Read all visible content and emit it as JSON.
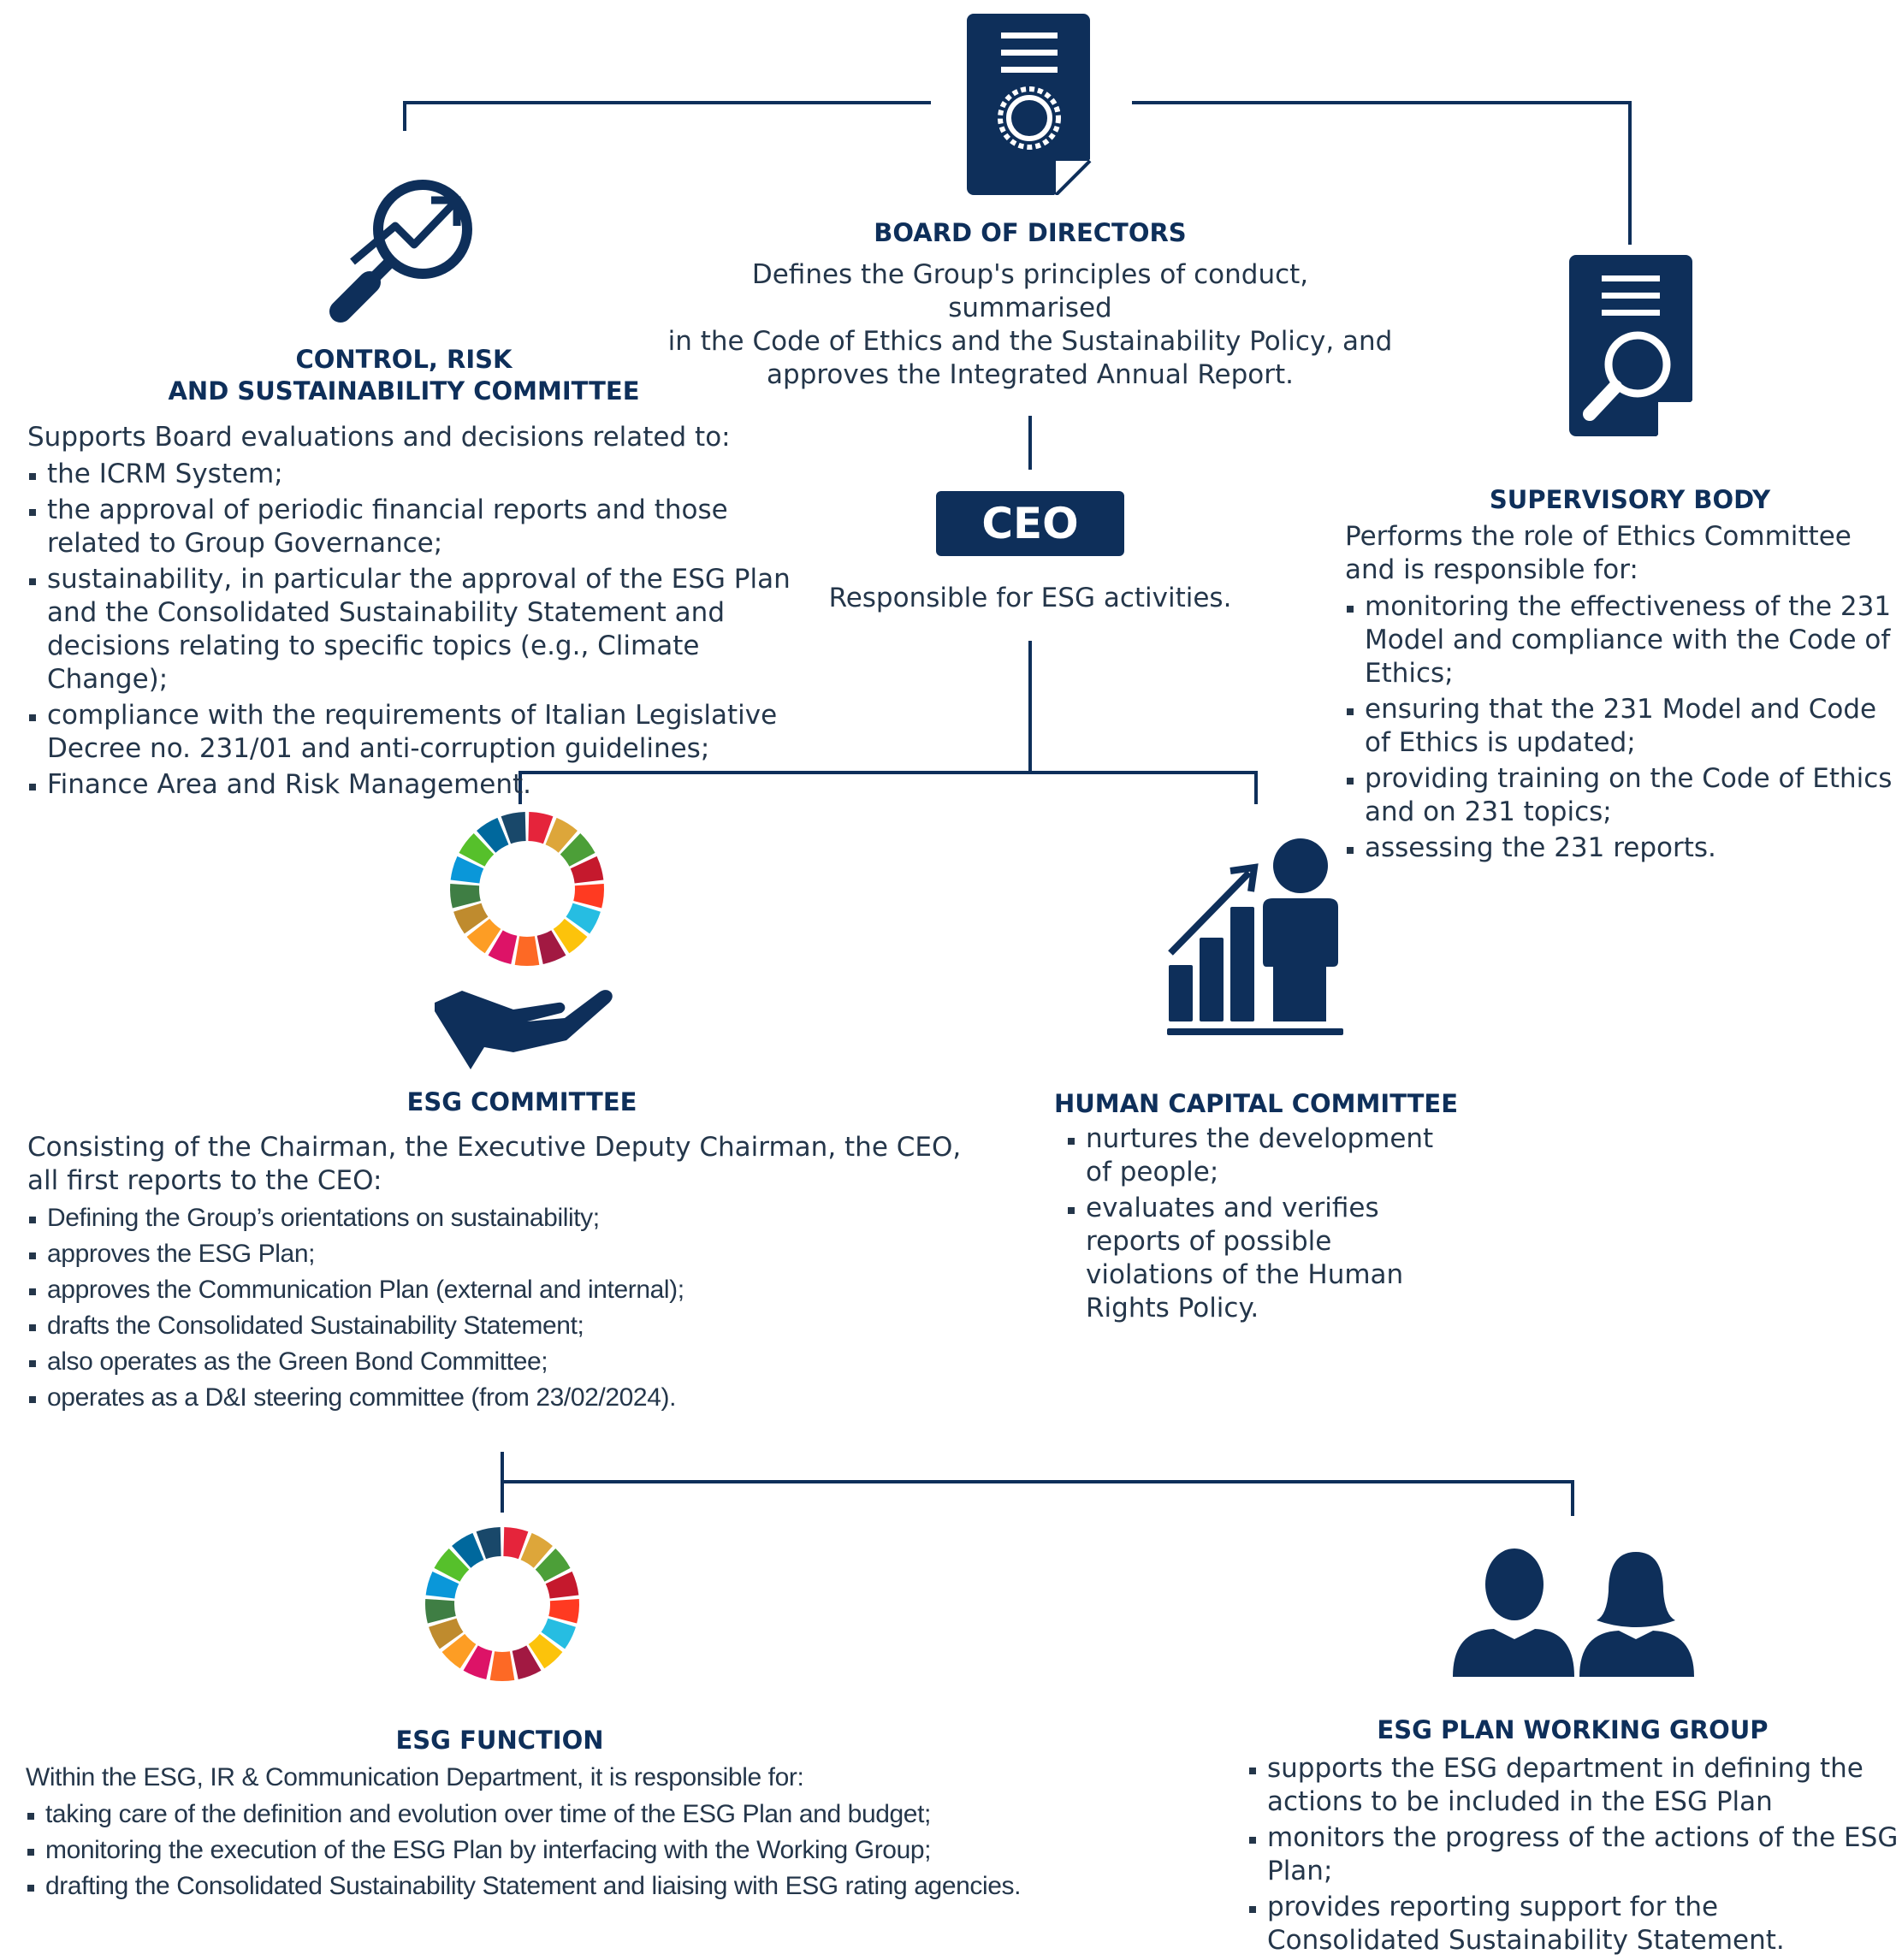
{
  "colors": {
    "navy": "#0e2f5a",
    "text": "#24364a",
    "sdg_ring": [
      "#e5243b",
      "#dda63a",
      "#4c9f38",
      "#c5192d",
      "#ff3a21",
      "#26bde2",
      "#fcc30b",
      "#a21942",
      "#fd6925",
      "#dd1367",
      "#fd9d24",
      "#bf8b2e",
      "#3f7e44",
      "#0a97d9",
      "#56c02b",
      "#00689d",
      "#19486a"
    ]
  },
  "icons": {
    "board": "certificate-document-icon",
    "control": "magnifier-chart-icon",
    "supervisory": "document-search-icon",
    "esg_committee": "sdg-wheel-hand-icon",
    "human_capital": "growth-chart-person-icon",
    "esg_function": "sdg-wheel-icon",
    "working_group": "two-people-icon"
  },
  "board": {
    "title": "BOARD OF DIRECTORS",
    "lines": [
      "Defines the Group's principles of conduct, summarised",
      "in the Code of Ethics and the Sustainability Policy, and",
      "approves the Integrated Annual Report."
    ]
  },
  "control": {
    "title_line1": "CONTROL, RISK",
    "title_line2": "AND SUSTAINABILITY COMMITTEE",
    "intro": "Supports Board evaluations and decisions related to:",
    "items": [
      "the ICRM System;",
      "the approval of periodic financial reports and those related to Group Governance;",
      "sustainability, in particular the approval of the ESG Plan and the Consolidated Sustainability Statement and decisions relating to specific topics (e.g., Climate Change);",
      "compliance with the requirements of Italian Legislative Decree no. 231/01 and anti-corruption guidelines;",
      "Finance Area and Risk Management."
    ]
  },
  "ceo": {
    "label": "CEO",
    "description": "Responsible for ESG activities."
  },
  "supervisory": {
    "title": "SUPERVISORY BODY",
    "intro": "Performs the role of Ethics Committee and is responsible for:",
    "items": [
      "monitoring the effectiveness of the 231 Model and compliance with the Code of Ethics;",
      "ensuring that the 231 Model and Code of Ethics is updated;",
      "providing training on the Code of Ethics and on 231 topics;",
      "assessing the 231 reports."
    ]
  },
  "esg_committee": {
    "title": "ESG COMMITTEE",
    "intro": "Consisting of the Chairman, the Executive Deputy Chairman, the CEO, all first reports to the CEO:",
    "items": [
      "Defining the Group’s orientations on sustainability;",
      "approves the ESG Plan;",
      "approves the Communication Plan (external and internal);",
      "drafts the Consolidated Sustainability Statement;",
      "also operates as the Green Bond Committee;",
      "operates as a D&I steering committee (from 23/02/2024)."
    ]
  },
  "human_capital": {
    "title": "HUMAN CAPITAL COMMITTEE",
    "items": [
      "nurtures the development of people;",
      "evaluates and verifies reports of possible violations of the Human Rights Policy."
    ]
  },
  "esg_function": {
    "title": "ESG FUNCTION",
    "intro": "Within the ESG, IR & Communication Department, it is responsible for:",
    "items": [
      "taking care of the definition and evolution over time of the ESG Plan and budget;",
      "monitoring the execution of the ESG Plan by interfacing with the Working Group;",
      "drafting the Consolidated Sustainability Statement and liaising with ESG rating agencies."
    ]
  },
  "working_group": {
    "title": "ESG PLAN WORKING GROUP",
    "items": [
      "supports the ESG department in defining the actions to be included in the ESG Plan",
      "monitors the progress of the actions of the ESG Plan;",
      "provides reporting support for the Consolidated Sustainability Statement."
    ]
  }
}
